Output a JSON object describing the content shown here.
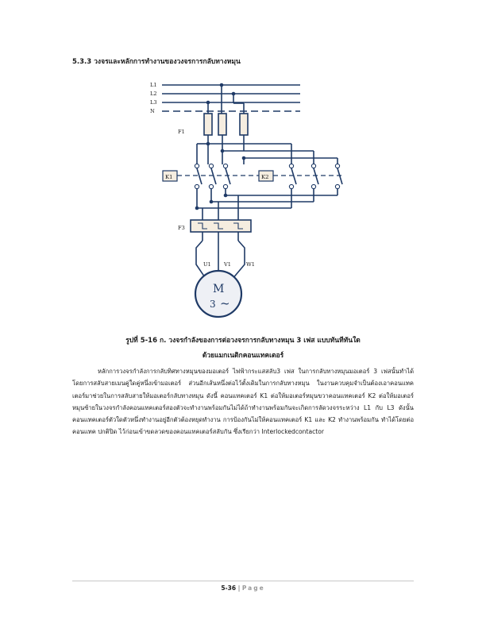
{
  "section": {
    "heading": "5.3.3 วงจรและหลักการทำงานของวงจรการกลับทางหมุน"
  },
  "diagram": {
    "line_labels": [
      "L1",
      "L2",
      "L3",
      "N"
    ],
    "fuse_label": "F1",
    "contactor_1": "K1",
    "contactor_2": "K2",
    "overload_label": "F3",
    "terminals": [
      "U1",
      "V1",
      "W1"
    ],
    "motor_symbol": "M",
    "motor_phase": "3",
    "motor_ac": "~"
  },
  "figure": {
    "caption_line1": "รูปที่ 5-16 ก. วงจรกำลังของการต่อวงจรการกลับทางหมุน 3 เฟส แบบทันทีทันใด",
    "caption_line2": "ด้วยแมกเนติกคอนแทคเตอร์"
  },
  "body": {
    "paragraph": "หลักการวงจรกำลังการกลับทิศทางหมุนของมอเตอร์ ไฟฟ้ากระแสสลับ3 เฟส ในการกลับทางหมุนมอเตอร์ 3 เฟสนั้นทำได้โดยการสลับสายเมนคู่ใดคู่หนึ่งเข้ามอเตอร์ ส่วนอีกเส้นหนึ่งต่อไว้ตั้งเดิมในการกลับทางหมุน ในงานควบคุมจำเป็นต้องเอาคอนแทคเตอร์มาช่วยในการสลับสายให้มอเตอร์กลับทางหมุน ดังนี้ คอนแทคเตอร์ K1 ต่อให้มอเตอร์หมุนขวาคอนแทคเตอร์ K2 ต่อให้มอเตอร์หมุนซ้ายในวงจรกำลังคอนแทคเตอร์สองตัวจะทำงานพร้อมกันไม่ได้ถ้าทำงานพร้อมกันจะเกิดการลัดวงจรระหว่าง L1 กับ L3 ดังนั้นคอนแทคเตอร์ตัวใดตัวหนึ่งทำงานอยู่อีกตัวต้องหยุดทำงาน การป้องกันไม่ให้คอนแทคเตอร์ K1 และ K2 ทำงานพร้อมกัน ทำได้โดยต่อคอนแทค ปกติปิด ไว้ก่อนเข้าขดลวดของคอนแทคเตอร์สลับกัน ซึ่งเรียกว่า Interlockedcontactor"
  },
  "footer": {
    "page_number": "5-36",
    "separator": "|",
    "page_word": "Page"
  },
  "colors": {
    "wire": "#1f3a66",
    "box_fill": "#f5ede0",
    "motor_fill": "#eef0f5"
  }
}
